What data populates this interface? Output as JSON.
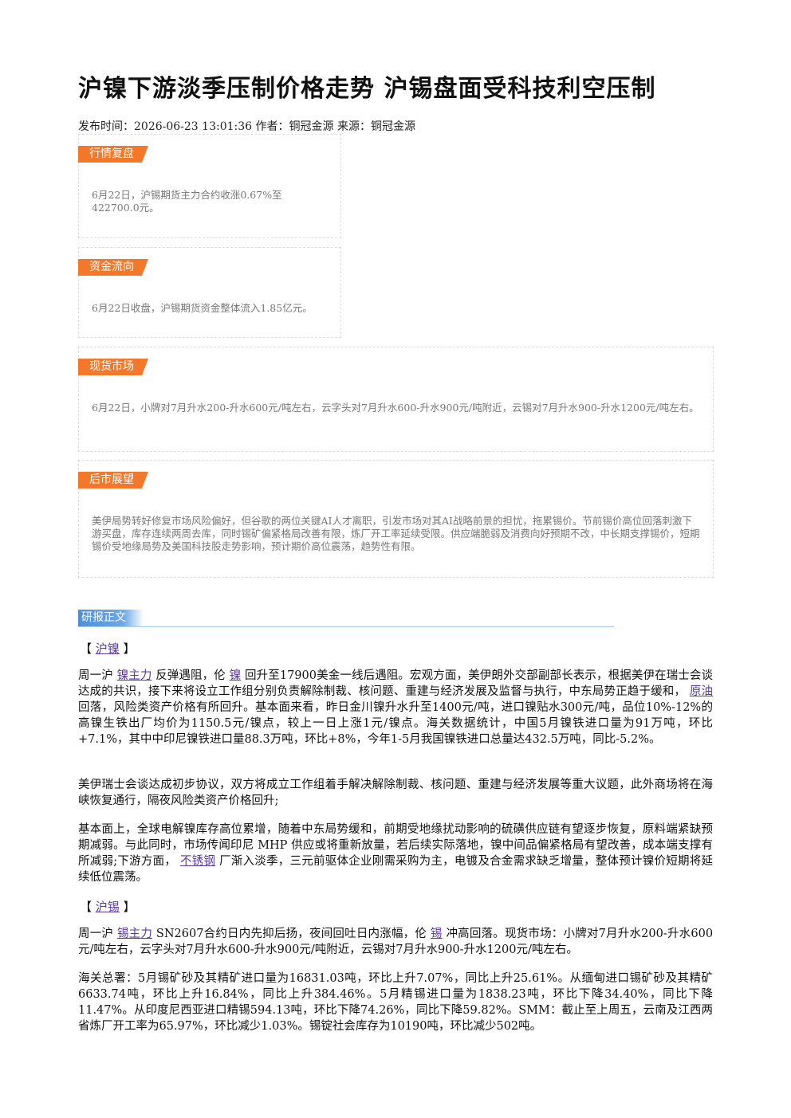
{
  "article": {
    "title": "沪镍下游淡季压制价格走势 沪锡盘面受科技利空压制",
    "meta": "发布时间：2026-06-23 13:01:36 作者：铜冠金源 来源：铜冠金源"
  },
  "boxes": [
    {
      "tag": "行情复盘",
      "text": "6月22日，沪锡期货主力合约收涨0.67%至422700.0元。"
    },
    {
      "tag": "资金流向",
      "text": "6月22日收盘，沪锡期货资金整体流入1.85亿元。"
    },
    {
      "tag": "现货市场",
      "text": "6月22日，小牌对7月升水200-升水600元/吨左右，云字头对7月升水600-升水900元/吨附近，云锡对7月升水900-升水1200元/吨左右。"
    },
    {
      "tag": "后市展望",
      "text": "美伊局势转好修复市场风险偏好，但谷歌的两位关键AI人才离职，引发市场对其AI战略前景的担忧，拖累锡价。节前锡价高位回落刺激下游买盘，库存连续两周去库，同时锡矿偏紧格局改善有限，炼厂开工率延续受限。供应端脆弱及消费向好预期不改，中长期支撑锡价，短期锡价受地缘局势及美国科技股走势影响，预计期价高位震荡，趋势性有限。"
    }
  ],
  "report": {
    "header": "研报正文",
    "nickel": {
      "label_open": "【",
      "label_link": "沪镍",
      "label_close": "】",
      "p1": {
        "a": "周一沪",
        "link1": "镍主力",
        "b": "反弹遇阻，伦",
        "link2": "镍",
        "c": "回升至17900美金一线后遇阻。宏观方面，美伊朗外交部副部长表示，根据美伊在瑞士会谈达成的共识，接下来将设立工作组分别负责解除制裁、核问题、重建与经济发展及监督与执行，中东局势正趋于缓和，",
        "link3": "原油",
        "d": "回落，风险类资产价格有所回升。基本面来看，昨日金川镍升水升至1400元/吨，进口镍贴水300元/吨，品位10%-12%的高镍生铁出厂均价为1150.5元/镍点，较上一日上涨1元/镍点。海关数据统计，中国5月镍铁进口量为91万吨，环比+7.1%，其中中印尼镍铁进口量88.3万吨，环比+8%，今年1-5月我国镍铁进口总量达432.5万吨，同比-5.2%。"
      },
      "p2": "美伊瑞士会谈达成初步协议，双方将成立工作组着手解决解除制裁、核问题、重建与经济发展等重大议题，此外商场将在海峡恢复通行，隔夜风险类资产价格回升;",
      "p3": {
        "a": "基本面上，全球电解镍库存高位累增，随着中东局势缓和，前期受地缘扰动影响的硫磺供应链有望逐步恢复，原料端紧缺预期减弱。与此同时，市场传闻印尼 MHP 供应或将重新放量，若后续实际落地，镍中间品偏紧格局有望改善，成本端支撑有所减弱;下游方面，",
        "link1": "不锈钢",
        "b": "厂渐入淡季，三元前驱体企业刚需采购为主，电镀及合金需求缺乏增量，整体预计镍价短期将延续低位震荡。"
      }
    },
    "tin": {
      "label_open": "【",
      "label_link": "沪锡",
      "label_close": "】",
      "p1": {
        "a": "周一沪",
        "link1": "锡主力",
        "b": "SN2607合约日内先抑后扬，夜间回吐日内涨幅，伦",
        "link2": "锡",
        "c": "冲高回落。现货市场：小牌对7月升水200-升水600元/吨左右，云字头对7月升水600-升水900元/吨附近，云锡对7月升水900-升水1200元/吨左右。"
      },
      "p2": "海关总署：5月锡矿砂及其精矿进口量为16831.03吨，环比上升7.07%，同比上升25.61%。从缅甸进口锡矿砂及其精矿6633.74吨，环比上升16.84%，同比上升384.46%。5月精锡进口量为1838.23吨，环比下降34.40%，同比下降11.47%。从印度尼西亚进口精锡594.13吨，环比下降74.26%，同比下降59.82%。SMM：截止至上周五，云南及江西两省炼厂开工率为65.97%，环比减少1.03%。锡锭社会库存为10190吨，环比减少502吨。"
    }
  }
}
